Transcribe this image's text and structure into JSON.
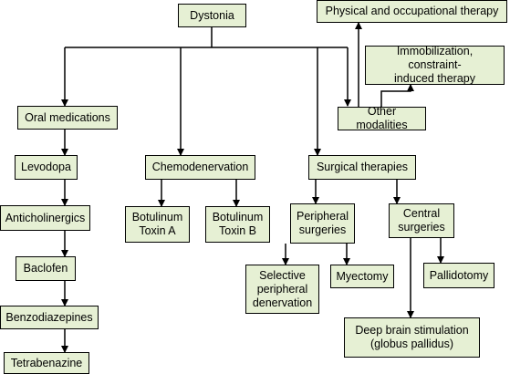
{
  "colors": {
    "box_fill": "#e6f0d4",
    "line": "#000000",
    "background": "#ffffff"
  },
  "nodes": {
    "dystonia": "Dystonia",
    "physical_therapy": "Physical and occupational therapy",
    "immobilization": "Immobilization, constraint-\ninduced therapy",
    "other_modalities": "Other modalities",
    "oral_medications": "Oral medications",
    "levodopa": "Levodopa",
    "anticholinergics": "Anticholinergics",
    "baclofen": "Baclofen",
    "benzodiazepines": "Benzodiazepines",
    "tetrabenazine": "Tetrabenazine",
    "chemodenervation": "Chemodenervation",
    "botulinum_a": "Botulinum\nToxin A",
    "botulinum_b": "Botulinum\nToxin B",
    "surgical_therapies": "Surgical therapies",
    "peripheral_surgeries": "Peripheral\nsurgeries",
    "central_surgeries": "Central\nsurgeries",
    "selective_denervation": "Selective\nperipheral\ndenervation",
    "myectomy": "Myectomy",
    "pallidotomy": "Pallidotomy",
    "dbs": "Deep brain stimulation\n(globus pallidus)"
  }
}
